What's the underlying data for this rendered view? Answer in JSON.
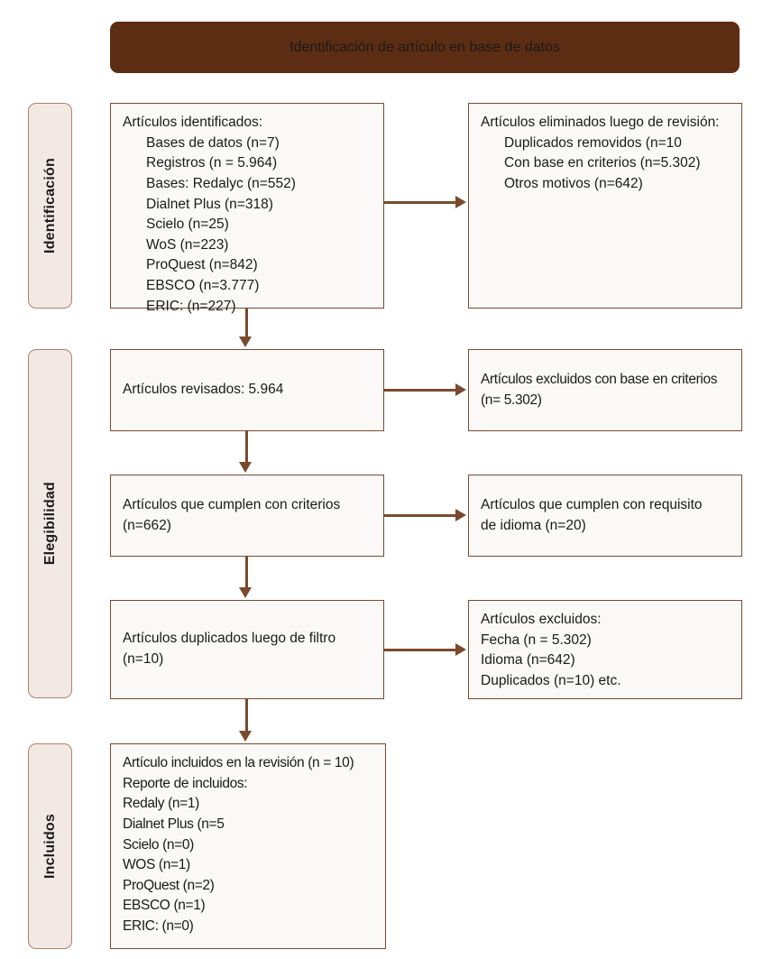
{
  "banner": {
    "title": "Identificación de artículo en base de datos"
  },
  "stages": [
    {
      "name": "identificacion",
      "label": "Identificación"
    },
    {
      "name": "elegibilidad",
      "label": "Elegibilidad"
    },
    {
      "name": "incluidos",
      "label": "Incluidos"
    }
  ],
  "boxes": {
    "identificados": {
      "lines": [
        "Artículos identificados:",
        "Bases de datos (n=7)",
        "Registros (n = 5.964)",
        "Bases: Redalyc (n=552)",
        "Dialnet Plus (n=318)",
        "Scielo (n=25)",
        "WoS (n=223)",
        "ProQuest (n=842)",
        "EBSCO (n=3.777)",
        "ERIC: (n=227)"
      ]
    },
    "eliminados": {
      "lines": [
        "Artículos eliminados luego de revisión:",
        "Duplicados removidos (n=10",
        "Con base en criterios (n=5.302)",
        "Otros motivos (n=642)"
      ]
    },
    "revisados": {
      "lines": [
        "Artículos revisados: 5.964"
      ]
    },
    "excluidos_criterios": {
      "lines": [
        "Artículos excluidos con base en criterios",
        "(n= 5.302)"
      ]
    },
    "cumplen_criterios": {
      "lines": [
        "Artículos que cumplen con criterios",
        "(n=662)"
      ]
    },
    "requisito_idioma": {
      "lines": [
        "Artículos que cumplen con requisito",
        "de idioma (n=20)"
      ]
    },
    "duplicados_filtro": {
      "lines": [
        "Artículos duplicados luego de filtro",
        "(n=10)"
      ]
    },
    "excluidos_lista": {
      "lines": [
        "Artículos excluidos:",
        "Fecha (n = 5.302)",
        "Idioma (n=642)",
        "Duplicados (n=10) etc."
      ]
    },
    "incluidos_revision": {
      "lines": [
        "Artículo incluidos en la revisión (n = 10)",
        "Reporte de incluidos:",
        "Redaly (n=1)",
        "Dialnet Plus (n=5",
        "Scielo (n=0)",
        "WOS (n=1)",
        "ProQuest (n=2)",
        "EBSCO (n=1)",
        "ERIC: (n=0)"
      ]
    }
  },
  "colors": {
    "banner_bg": "#5C2D12",
    "banner_text": "#FFFFFF",
    "stage_bg": "#F2E8E4",
    "stage_border": "#B08166",
    "box_bg": "#FBF9F7",
    "box_border": "#7A4A2E",
    "arrow": "#7A4A2E",
    "text": "#1A1A1A"
  }
}
